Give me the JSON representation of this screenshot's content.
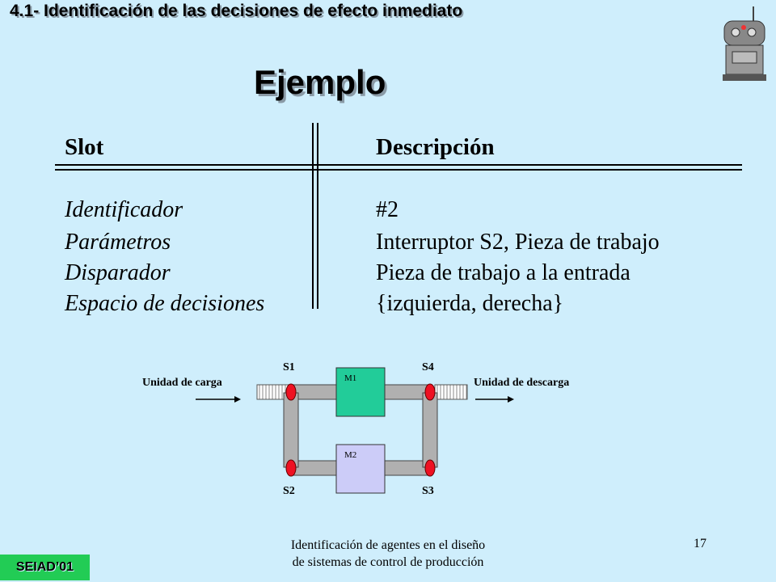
{
  "header": {
    "text": "4.1- Identificación de las decisiones de efecto inmediato"
  },
  "title": "Ejemplo",
  "table": {
    "col_headers": [
      "Slot",
      "Descripción"
    ],
    "rows": [
      {
        "slot": "Identificador",
        "desc": "#2"
      },
      {
        "slot": "Parámetros",
        "desc": "Interruptor S2, Pieza de trabajo"
      },
      {
        "slot": "Disparador",
        "desc": "Pieza de trabajo a la entrada"
      },
      {
        "slot": "Espacio de decisiones",
        "desc": "{izquierda, derecha}"
      }
    ]
  },
  "diagram": {
    "load_label": "Unidad de carga",
    "unload_label": "Unidad de descarga",
    "sensors": [
      "S1",
      "S4",
      "S2",
      "S3"
    ],
    "machines": [
      "M1",
      "M2"
    ],
    "colors": {
      "m1": "#22cc99",
      "m2": "#ccccf8",
      "sensor": "#ee1122",
      "belt": "#b0b0b0"
    }
  },
  "footer": {
    "line1": "Identificación de agentes en el diseño",
    "line2": "de sistemas de control de producción",
    "page": "17"
  },
  "badge": "SEIAD’01",
  "icons": {
    "robot": "robot-icon"
  }
}
